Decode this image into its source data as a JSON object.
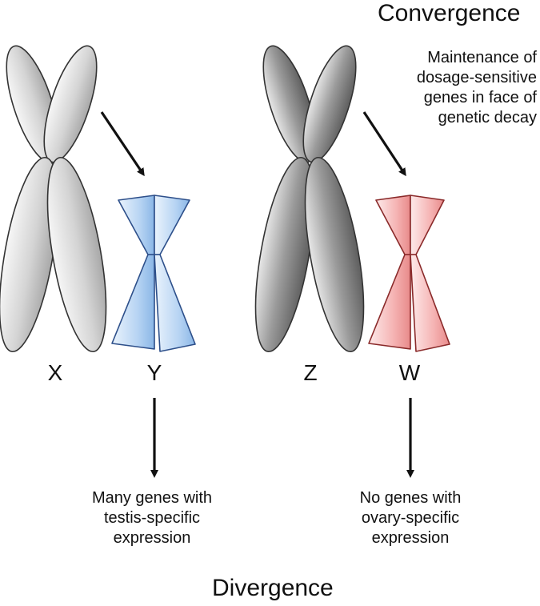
{
  "title_top": "Convergence",
  "title_bottom": "Divergence",
  "note_top": [
    "Maintenance of",
    "dosage-sensitive",
    "genes in face of",
    "genetic decay"
  ],
  "chromosomes": {
    "x": {
      "label": "X",
      "color": "#c8c8c8"
    },
    "y": {
      "label": "Y",
      "color": "#a9ccf0"
    },
    "z": {
      "label": "Z",
      "color": "#8a8a8a"
    },
    "w": {
      "label": "W",
      "color": "#f2a6a6"
    }
  },
  "note_y": [
    "Many genes with",
    "testis-specific",
    "expression"
  ],
  "note_w": [
    "No genes with",
    "ovary-specific",
    "expression"
  ]
}
